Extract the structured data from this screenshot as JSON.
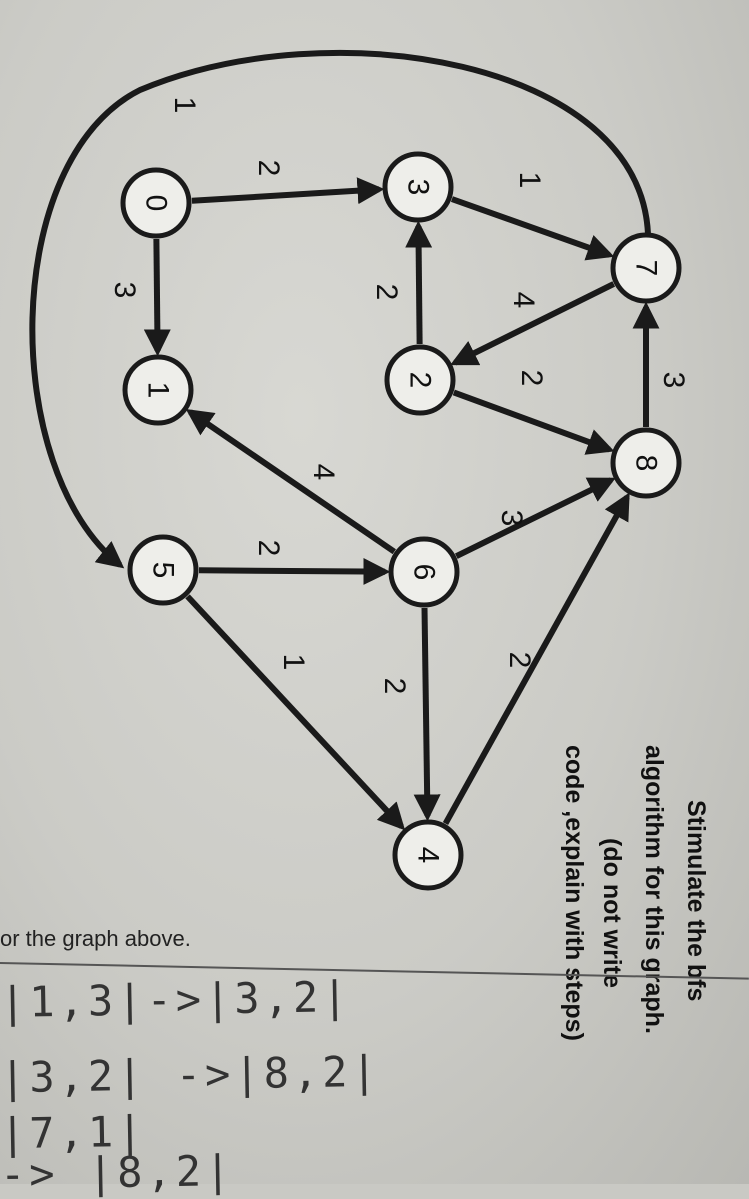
{
  "nodes": [
    {
      "id": "n0",
      "label": "0"
    },
    {
      "id": "n3",
      "label": "3"
    },
    {
      "id": "n7",
      "label": "7"
    },
    {
      "id": "n1",
      "label": "1"
    },
    {
      "id": "n2",
      "label": "2"
    },
    {
      "id": "n8",
      "label": "8"
    },
    {
      "id": "n5",
      "label": "5"
    },
    {
      "id": "n6",
      "label": "6"
    },
    {
      "id": "n4",
      "label": "4"
    }
  ],
  "edges": [
    {
      "from": "n7",
      "to": "n0",
      "weight": "1"
    },
    {
      "from": "n0",
      "to": "n3",
      "weight": "2"
    },
    {
      "from": "n0",
      "to": "n1",
      "weight": "3"
    },
    {
      "from": "n3",
      "to": "n7",
      "weight": "1"
    },
    {
      "from": "n2",
      "to": "n3",
      "weight": "2"
    },
    {
      "from": "n7",
      "to": "n2",
      "weight": "4"
    },
    {
      "from": "n2",
      "to": "n8",
      "weight": "2"
    },
    {
      "from": "n8",
      "to": "n7",
      "weight": "3"
    },
    {
      "from": "n6",
      "to": "n1",
      "weight": "4"
    },
    {
      "from": "n5",
      "to": "n6",
      "weight": "2"
    },
    {
      "from": "n6",
      "to": "n8",
      "weight": "3"
    },
    {
      "from": "n5",
      "to": "n4",
      "weight": "1"
    },
    {
      "from": "n6",
      "to": "n4",
      "weight": "2"
    },
    {
      "from": "n4",
      "to": "n8",
      "weight": "2"
    },
    {
      "from": "n0",
      "to": "n5",
      "weight": ""
    }
  ],
  "question": {
    "line1": "Stimulate the bfs",
    "line2": "algorithm for this graph.",
    "line3": "(do not write",
    "line4": "code ,explain with steps)"
  },
  "caption": "or the graph above.",
  "handwriting": {
    "line1": "|1,3|->|3,2|",
    "line2": "|3,2| ->|8,2|",
    "line3": "|7,1|",
    "line4": "-> |8,2|"
  }
}
